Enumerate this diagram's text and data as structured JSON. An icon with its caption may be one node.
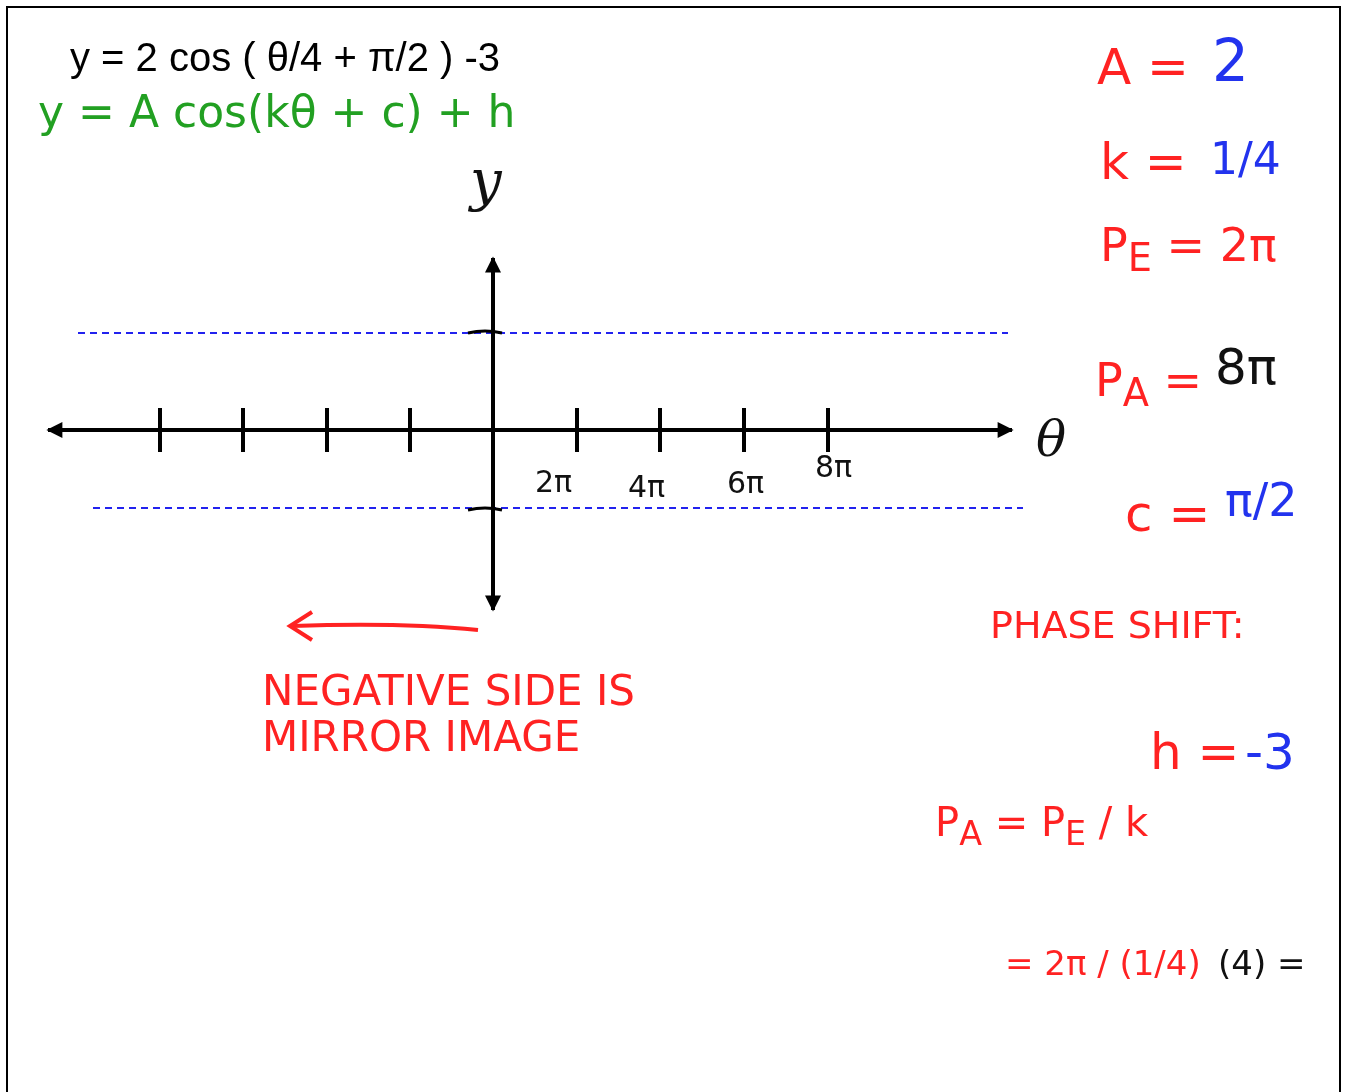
{
  "diagram": {
    "title": "y = 2 cos ( θ/4 + π/2 ) -3",
    "labels": [
      "y = A cos(kθ + c) + h",
      "y",
      "θ",
      "2π",
      "4π",
      "6π",
      "8π",
      "A =",
      "2",
      "k =",
      "1/4",
      "P$_{E}$ = 2π",
      "P$_{A}$ =",
      "8π",
      "c =",
      "π/2",
      "NEGATIVE SIDE IS MIRROR IMAGE",
      "PHASE SHIFT:",
      "h =",
      "-3",
      "P$_{A}$ = P$_{E}$ / k",
      "= 2π / (1/4)",
      "(4) ="
    ]
  }
}
